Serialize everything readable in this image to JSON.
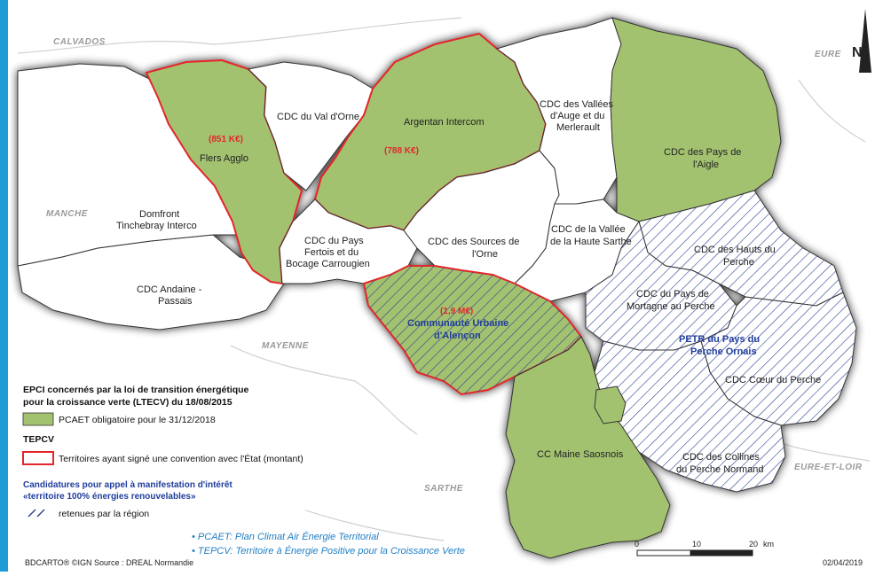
{
  "departments": {
    "calvados": "CALVADOS",
    "eure": "EURE",
    "manche": "MANCHE",
    "mayenne": "MAYENNE",
    "sarthe": "SARTHE",
    "eure_et_loir": "EURE-ET-LOIR"
  },
  "territories": {
    "flers": {
      "name": "Flers Agglo",
      "amount": "(851 K€)"
    },
    "argentan": {
      "name": "Argentan Intercom",
      "amount": "(788 K€)"
    },
    "val_orne": {
      "name": "CDC du Val d'Orne"
    },
    "vallees_auge": {
      "line1": "CDC des Vallées",
      "line2": "d'Auge et du",
      "line3": "Merlerault"
    },
    "pays_aigle": {
      "line1": "CDC des Pays de",
      "line2": "l'Aigle"
    },
    "domfront": {
      "line1": "Domfront",
      "line2": "Tinchebray Interco"
    },
    "pays_fertois": {
      "line1": "CDC du Pays",
      "line2": "Fertois et du",
      "line3": "Bocage Carrougien"
    },
    "sources_orne": {
      "line1": "CDC des Sources de",
      "line2": "l'Orne"
    },
    "haute_sarthe": {
      "line1": "CDC de la Vallée",
      "line2": "de la Haute Sarthe"
    },
    "hauts_perche": {
      "line1": "CDC des Hauts du",
      "line2": "Perche"
    },
    "andaine": {
      "line1": "CDC Andaine -",
      "line2": "Passais"
    },
    "mortagne": {
      "line1": "CDC du Pays de",
      "line2": "Mortagne au Perche"
    },
    "alencon": {
      "line1": "Communauté Urbaine",
      "line2": "d'Alençon",
      "amount": "(1,9 M€)"
    },
    "petr": {
      "line1": "PETR du Pays du",
      "line2": "Perche Ornais"
    },
    "coeur_perche": {
      "name": "CDC Cœur du Perche"
    },
    "maine_saosnois": {
      "name": "CC Maine Saosnois"
    },
    "collines": {
      "line1": "CDC des Collines",
      "line2": "du Perche Normand"
    }
  },
  "legend": {
    "title_line1": "EPCI concernés par la loi de transition énergétique",
    "title_line2": "pour la croissance verte (LTECV) du 18/08/2015",
    "pcaet_item": "PCAET obligatoire pour le 31/12/2018",
    "tepcv_title": "TEPCV",
    "tepcv_item": "Territoires ayant signé une convention avec l'État (montant)",
    "cand_line1": "Candidatures pour appel à manifestation d'intérêt",
    "cand_line2": "«territoire 100% énergies renouvelables»",
    "cand_item": "retenues par la région"
  },
  "notes": {
    "pcaet": "• PCAET: Plan Climat Air Énergie Territorial",
    "tepcv": "• TEPCV: Territoire à Énergie Positive pour la Croissance Verte"
  },
  "scale": {
    "t0": "0",
    "t10": "10",
    "t20": "20",
    "unit": "km"
  },
  "north": "N",
  "footer": {
    "source": "BDCARTO® ©IGN  Source : DREAL Normandie",
    "date": "02/04/2019"
  },
  "colors": {
    "green": "#a3c270",
    "red": "#e3262b",
    "hatch": "#2b3f8f",
    "border": "#333333",
    "accent": "#1f9bd6"
  }
}
